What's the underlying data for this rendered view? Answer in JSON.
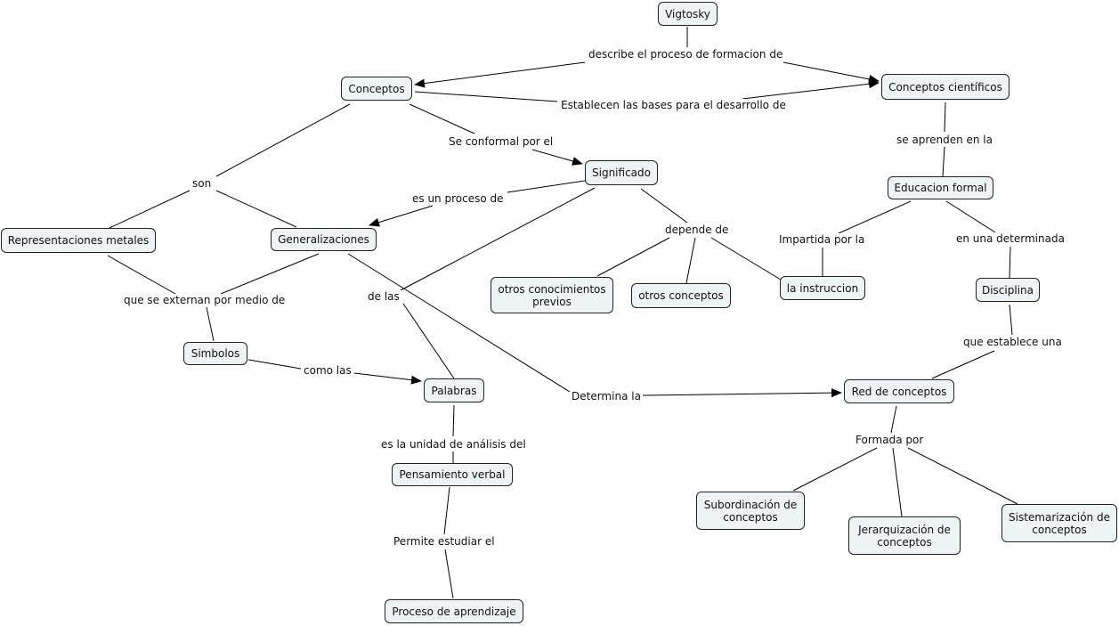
{
  "concept_map": {
    "nodes": {
      "vigtosky": "Vigtosky",
      "conceptos": "Conceptos",
      "conceptos_cientificos": "Conceptos científicos",
      "significado": "Significado",
      "educacion_formal": "Educacion formal",
      "representaciones": "Representaciones metales",
      "generalizaciones": "Generalizaciones",
      "otros_conocimientos": "otros conocimientos previos",
      "otros_conceptos": "otros conceptos",
      "la_instruccion": "la instruccion",
      "disciplina": "Disciplina",
      "simbolos": "Simbolos",
      "palabras": "Palabras",
      "red_conceptos": "Red de conceptos",
      "pensamiento_verbal": "Pensamiento verbal",
      "subordinacion": "Subordinación de conceptos",
      "jerarquizacion": "Jerarquización de conceptos",
      "sistematizacion": "Sistemarización de conceptos",
      "proceso_aprendizaje": "Proceso de aprendizaje"
    },
    "links": {
      "describe": "describe el proceso de formacion de",
      "establecen": "Establecen las bases para el desarrollo de",
      "se_conforman": "Se conformal por el",
      "son": "son",
      "se_aprenden": "se aprenden en la",
      "es_un_proceso": "es un proceso de",
      "depende_de": "depende de",
      "impartida": "Impartida por la",
      "determinada": "en una determinada",
      "externan": "que se externan por medio de",
      "de_las": "de las",
      "establece_una": "que establece una",
      "como_las": "como las",
      "determina_la": "Determina la",
      "unidad_analisis": "es la unidad de análisis del",
      "formada_por": "Formada por",
      "permite_estudiar": "Permite estudiar el"
    }
  }
}
